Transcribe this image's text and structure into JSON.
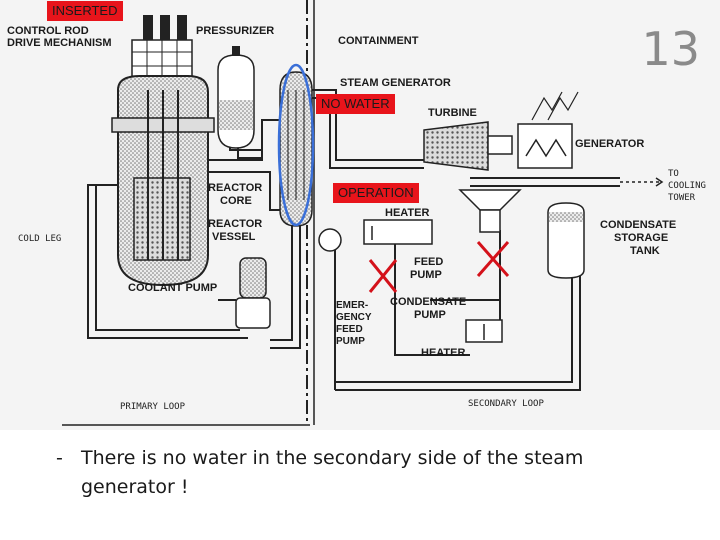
{
  "slide_number": "13",
  "tags": {
    "inserted": "INSERTED",
    "no_water": "NO WATER",
    "operation": "OPERATION"
  },
  "labels": {
    "control_rod": "CONTROL ROD",
    "drive_mechanism": "DRIVE MECHANISM",
    "pressurizer": "PRESSURIZER",
    "containment": "CONTAINMENT",
    "steam_generator": "STEAM GENERATOR",
    "turbine": "TURBINE",
    "generator": "GENERATOR",
    "to": "TO",
    "cooling": "COOLING",
    "tower": "TOWER",
    "reactor": "REACTOR",
    "core": "CORE",
    "reactor2": "REACTOR",
    "vessel": "VESSEL",
    "heater_top": "HEATER",
    "condensate": "CONDENSATE",
    "storage": "STORAGE",
    "tank": "TANK",
    "cold_leg": "COLD LEG",
    "feed": "FEED",
    "pump": "PUMP",
    "coolant_pump": "COOLANT PUMP",
    "emer": "EMER-",
    "gency": "GENCY",
    "feed2": "FEED",
    "pump2": "PUMP",
    "condensate2": "CONDENSATE",
    "pump3": "PUMP",
    "heater_bottom": "HEATER",
    "primary_loop": "PRIMARY LOOP",
    "secondary_loop": "SECONDARY LOOP"
  },
  "caption": {
    "dash": "-",
    "text": "There is no water in the secondary side of the steam generator !"
  },
  "colors": {
    "tag_red": "#e8141b",
    "blue_outline": "#3a6fd8",
    "cross_red": "#d4111a"
  }
}
